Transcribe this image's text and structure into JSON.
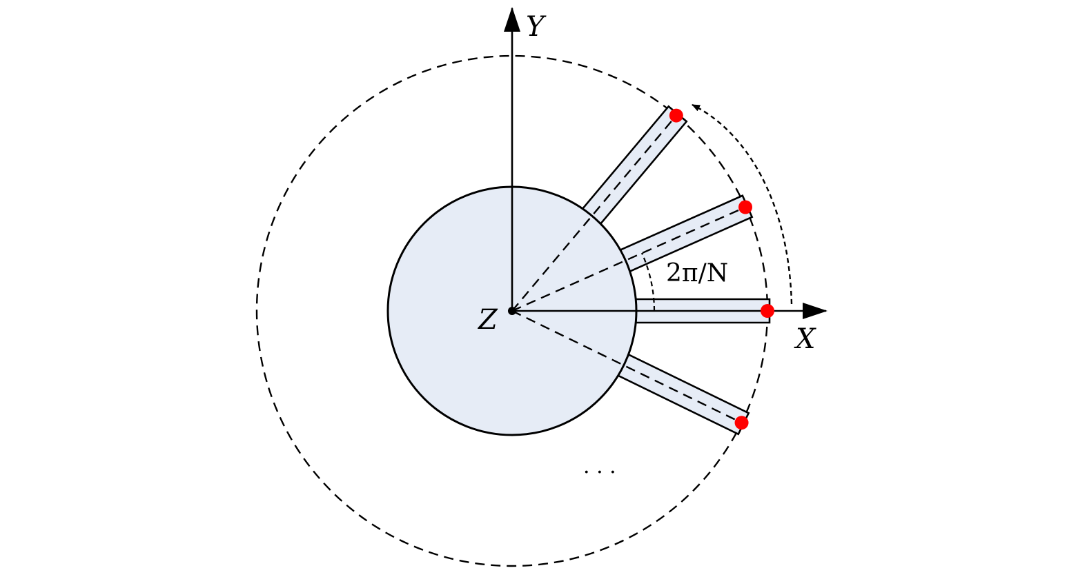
{
  "diagram": {
    "axis_labels": {
      "x": "X",
      "y": "Y",
      "z": "Z"
    },
    "angle_label": "2π/N",
    "ellipsis": "· · ·",
    "colors": {
      "hub_fill": "#e6ecf6",
      "arm_fill": "#e6ecf6",
      "stroke": "#000000",
      "sensor": "#ff0000"
    },
    "arms": [
      {
        "name": "arm-0deg",
        "angle_deg": 0
      },
      {
        "name": "arm-24deg",
        "angle_deg": 24
      },
      {
        "name": "arm-50deg",
        "angle_deg": 50
      },
      {
        "name": "arm-minus26deg",
        "angle_deg": -26
      }
    ]
  }
}
